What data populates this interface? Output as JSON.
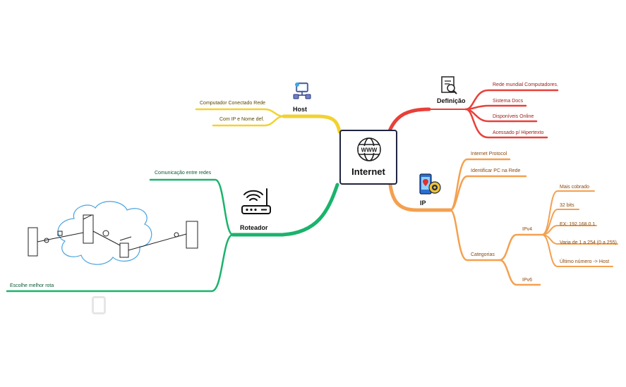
{
  "central": {
    "title": "Internet"
  },
  "branches": {
    "definicao": {
      "title": "Definição",
      "items": [
        "Rede mundial Computadores.",
        "Sistema Docs",
        "Disponíveis Online",
        "Acessado p/ Hipertexto"
      ]
    },
    "ip": {
      "title": "IP",
      "items": [
        "Internet Protocol",
        "Identificar PC na Rede",
        "Categorias"
      ],
      "ipv4": {
        "label": "IPv4",
        "items": [
          "Mais cobrado",
          "32 bits",
          "EX: 192.168.0.1",
          "Varia de 1 a 254 (0 a 255)",
          "Último número -> Host"
        ]
      },
      "ipv6": {
        "label": "IPv6"
      }
    },
    "host": {
      "title": "Host",
      "items": [
        "Computador Conectado Rede",
        "Com IP e Nome def."
      ]
    },
    "roteador": {
      "title": "Roteador",
      "items": [
        "Comunicação entre redes",
        "Escolhe melhor rota"
      ]
    }
  },
  "colors": {
    "definicao": "#e8403a",
    "ip": "#f4a04f",
    "host": "#f2d230",
    "roteador": "#1ab36c",
    "center_border": "#1e2440"
  },
  "icons": {
    "central": "globe-www-icon",
    "definicao": "document-search-icon",
    "ip": "phone-location-icon",
    "host": "computer-network-icon",
    "roteador": "wifi-router-icon"
  }
}
